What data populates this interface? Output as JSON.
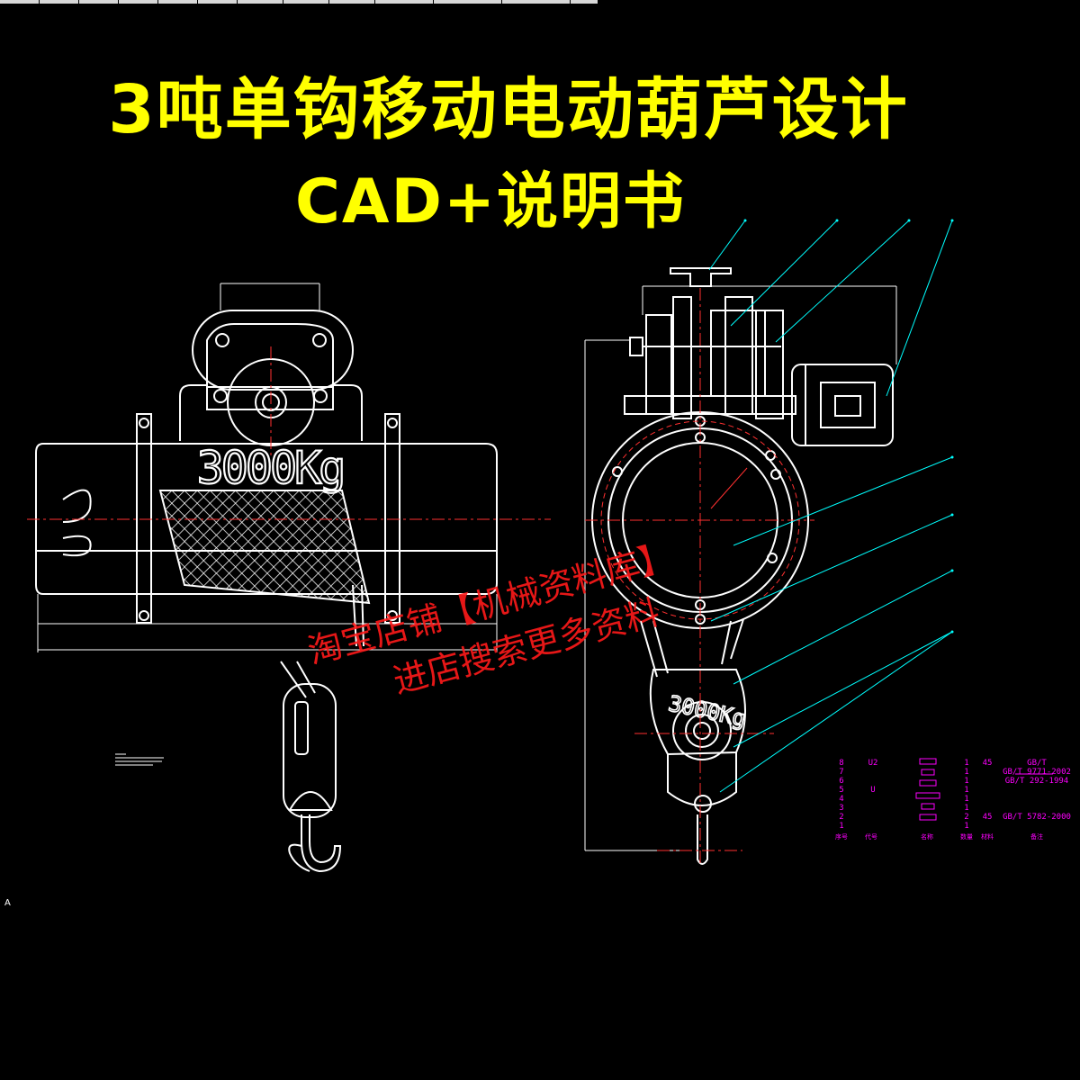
{
  "title_line1": "3吨单钩移动电动葫芦设计",
  "title_line2": "CAD+说明书",
  "drum_label": "3000Kg",
  "block_label": "3000Kg",
  "watermark_line1": "淘宝店铺【机械资料库】",
  "watermark_line2": "进店搜索更多资料",
  "colors": {
    "title": "#ffff00",
    "line": "#ffffff",
    "leader": "#00ffff",
    "center": "#ff3030",
    "table": "#ff00ff",
    "watermark": "#ff1a1a"
  },
  "bom": {
    "headers": [
      "序号",
      "代号",
      "名称",
      "数量",
      "材料",
      "备注"
    ],
    "rows": [
      {
        "no": "8",
        "code": "U2",
        "qty": "1",
        "mat": "45",
        "std": "GB/T"
      },
      {
        "no": "7",
        "code": "",
        "qty": "1",
        "mat": "",
        "std": "GB/T 9771-2002"
      },
      {
        "no": "6",
        "code": "",
        "qty": "1",
        "mat": "",
        "std": "GB/T 292-1994"
      },
      {
        "no": "5",
        "code": "U",
        "qty": "1",
        "mat": "",
        "std": ""
      },
      {
        "no": "4",
        "code": "",
        "qty": "1",
        "mat": "",
        "std": ""
      },
      {
        "no": "3",
        "code": "",
        "qty": "1",
        "mat": "",
        "std": ""
      },
      {
        "no": "2",
        "code": "",
        "qty": "2",
        "mat": "45",
        "std": "GB/T 5782-2000"
      },
      {
        "no": "1",
        "code": "",
        "qty": "1",
        "mat": "",
        "std": ""
      }
    ]
  },
  "corner_mark": "A"
}
